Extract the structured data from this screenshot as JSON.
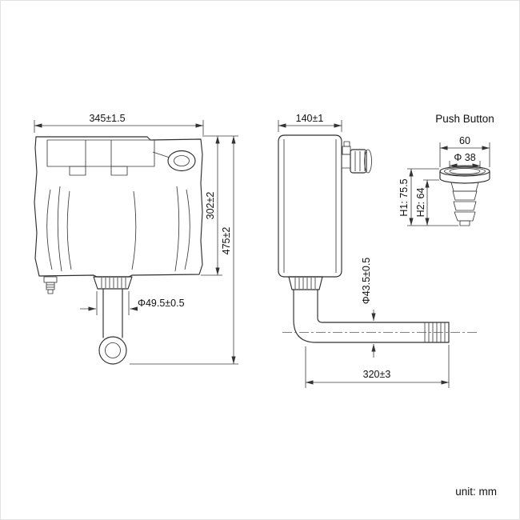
{
  "front_view": {
    "dim_width": "345±1.5",
    "dim_body_height": "302±2",
    "dim_total_height": "475±2",
    "dim_outlet_diameter": "Φ49.5±0.5"
  },
  "side_view": {
    "dim_depth": "140±1",
    "dim_pipe_diameter": "Φ43.5±0.5",
    "dim_pipe_length": "320±3"
  },
  "push_button": {
    "title": "Push Button",
    "dim_outer_width": "60",
    "dim_button_diameter": "Φ 38",
    "dim_h1": "H1: 75.5",
    "dim_h2": "H2: 64"
  },
  "page": {
    "unit_label": "unit: mm"
  }
}
